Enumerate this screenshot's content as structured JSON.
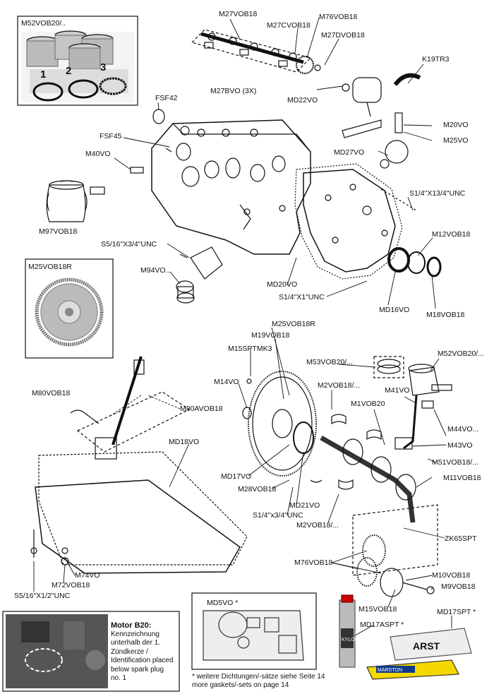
{
  "labels": {
    "m52vob20_box": "M52VOB20/..",
    "m27vob18": "M27VOB18",
    "m76vob18_top": "M76VOB18",
    "m27cvob18": "M27CVOB18",
    "m27dvob18": "M27DVOB18",
    "k19tr3": "K19TR3",
    "m27bvo": "M27BVO (3X)",
    "md22vo": "MD22VO",
    "fsf42": "FSF42",
    "fsf45": "FSF45",
    "m40vo": "M40VO",
    "m20vo": "M20VO",
    "m25vo": "M25VO",
    "md27vo": "MD27VO",
    "s1413": "S1/4\"X13/4\"UNC",
    "m97vob18": "M97VOB18",
    "m12vob18": "M12VOB18",
    "s516_34": "S5/16\"X3/4\"UNC",
    "m94vo": "M94VO...",
    "m25vob18r_box": "M25VOB18R",
    "md20vo": "MD20VO",
    "s14x1": "S1/4\"X1\"UNC",
    "md16vo": "MD16VO",
    "m18vob18": "M18VOB18",
    "m25vob18r": "M25VOB18R",
    "m19vob18": "M19VOB18",
    "m15sptmk3": "M15SPTMK3",
    "m53vob20": "M53VOB20/...",
    "m52vob20": "M52VOB20/...",
    "m14vo": "M14VO",
    "m2vob18_top": "M2VOB18/...",
    "m41vo": "M41VO",
    "m80vob18": "M80VOB18",
    "m1vob20": "M1VOB20",
    "m80avob18": "M80AVOB18",
    "m44vo": "M44VO...",
    "md18vo": "MD18VO",
    "m43vo": "M43VO",
    "m51vob18": "M51VOB18/...",
    "md17vo": "MD17VO",
    "m11vob18": "M11VOB18",
    "m28vob18": "M28VOB18",
    "md21vo": "MD21VO",
    "s14x34": "S1/4\"x3/4\"UNC",
    "m2vob18_bottom": "M2VOB18/...",
    "zk65spt": "ZK65SPT",
    "m76vob18": "M76VOB18",
    "m74vo": "M74VO",
    "m10vob18": "M10VOB18",
    "m72vob18": "M72VOB18",
    "m9vob18": "M9VOB18",
    "s516_12": "S5/16\"X1/2\"UNC",
    "m15vob18": "M15VOB18",
    "md5vo": "MD5VO *",
    "md17aspt": "MD17ASPT *",
    "md17spt": "MD17SPT *"
  },
  "piston_ring_numbers": [
    "1",
    "2",
    "3"
  ],
  "photo_note": {
    "title": "Motor B20:",
    "text": "Kennzeichnung unterhalb der 1. Zündkerze / Identification placed below spark plug no. 1"
  },
  "footnote": {
    "line1": "*  weitere Dichtungen/-sätze siehe Seite 14",
    "line2": "more gaskets/-sets on page 14"
  },
  "product_text": {
    "tube_brand": "KYLON",
    "box_brand": "ARST",
    "tube2_brand": "MARSTON"
  }
}
